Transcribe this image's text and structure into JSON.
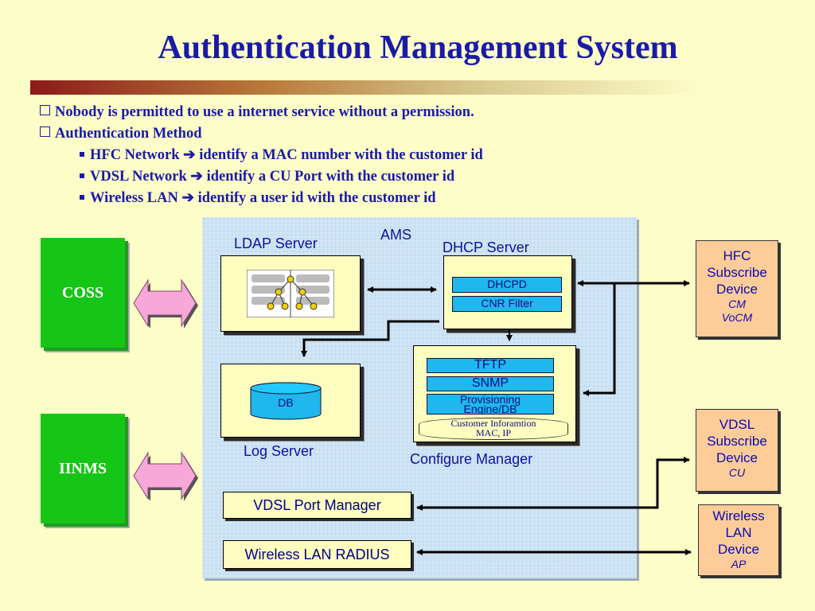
{
  "title": "Authentication Management System",
  "bullets": {
    "item1": "Nobody is permitted to use a internet service without a permission.",
    "item2": "Authentication Method",
    "sub": [
      {
        "network": "HFC Network",
        "rest": "identify a MAC number with the customer id"
      },
      {
        "network": "VDSL Network",
        "rest": "identify a CU Port with the customer id"
      },
      {
        "network": "Wireless LAN",
        "rest": "identify a user id with the customer id"
      }
    ]
  },
  "ams_label": "AMS",
  "ldap": {
    "label": "LDAP Server"
  },
  "dhcp": {
    "label": "DHCP Server",
    "dhcpd": "DHCPD",
    "cnr": "CNR Filter"
  },
  "log": {
    "label": "Log Server",
    "db": "DB"
  },
  "config": {
    "label": "Configure Manager",
    "tftp": "TFTP",
    "snmp": "SNMP",
    "prov1": "Provisioning",
    "prov2": "Engine/DB",
    "cust1": "Customer Inforamtion",
    "cust2": "MAC, IP"
  },
  "vdsl_port_manager": "VDSL Port Manager",
  "wireless_radius": "Wireless LAN RADIUS",
  "coss": "COSS",
  "iinms": "IINMS",
  "hfc": {
    "line1": "HFC",
    "line2": "Subscribe",
    "line3": "Device",
    "sub1": "CM",
    "sub2": "VoCM"
  },
  "vdsl": {
    "line1": "VDSL",
    "line2": "Subscribe",
    "line3": "Device",
    "sub1": "CU"
  },
  "wlan": {
    "line1": "Wireless",
    "line2": "LAN",
    "line3": "Device",
    "sub1": "AP"
  },
  "colors": {
    "title": "#1a1aa8",
    "green": "#16c616",
    "cyan": "#1eb8ee",
    "orange": "#fdcc99",
    "pink": "#f8a8d8"
  }
}
